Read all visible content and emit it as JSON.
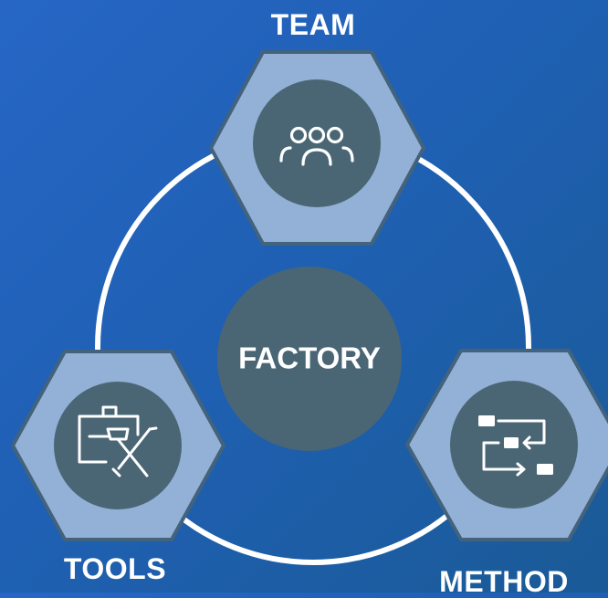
{
  "diagram": {
    "center_label": "FACTORY",
    "nodes": [
      {
        "key": "team",
        "label": "TEAM",
        "icon": "people-icon"
      },
      {
        "key": "tools",
        "label": "TOOLS",
        "icon": "toolbox-icon"
      },
      {
        "key": "method",
        "label": "METHOD",
        "icon": "workflow-icon"
      }
    ]
  },
  "colors": {
    "background_start": "#2766c5",
    "background_end": "#1a5a96",
    "hexagon_fill": "#93b1d6",
    "hexagon_stroke": "#43627c",
    "circle_fill": "#4a6675",
    "ring_stroke": "#ffffff",
    "text": "#ffffff"
  }
}
